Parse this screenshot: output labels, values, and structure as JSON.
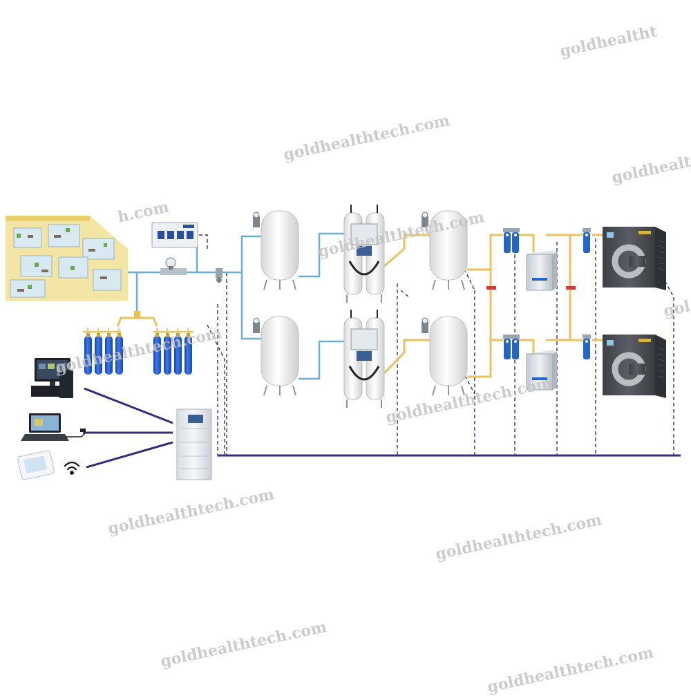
{
  "watermark": {
    "text_full": "goldhealthtech.com",
    "text_cut_top": "goldhealtht",
    "text_cut_mid": "goldhealt",
    "text_cut_side": "gol",
    "text_cut_left": "h.com",
    "color": "#c4c4c4"
  },
  "colors": {
    "signal_line": "#3b2a7a",
    "oxygen_pipe": "#6aaed8",
    "air_pipe": "#e8c25a",
    "cylinder": "#1f56d6",
    "tank": "#f2f2f2",
    "compressor": "#4a4d52",
    "filter": "#2466c8",
    "valve": "#d23a3a"
  },
  "icons": {
    "hospital": "hospital-floorplan-icon",
    "monitor": "alarm-panel-icon",
    "flowmeter": "flowmeter-icon",
    "manifold": "cylinder-manifold-icon",
    "desktop": "desktop-computer-icon",
    "laptop": "laptop-icon",
    "phone": "smartphone-icon",
    "wifi": "wifi-icon",
    "control": "control-cabinet-icon",
    "compressor": "air-compressor-icon",
    "dryer": "refrigerated-dryer-icon"
  }
}
